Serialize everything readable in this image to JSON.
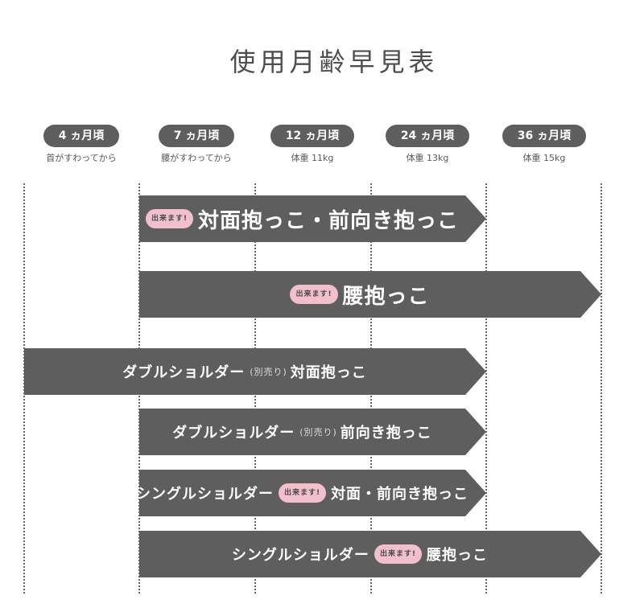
{
  "page": {
    "title": "使用月齢早見表",
    "colors": {
      "bar": "#5e5e5e",
      "badge": "#f2c0cd",
      "guide": "#666666"
    }
  },
  "chart_data": {
    "type": "timeline",
    "title": "使用月齢早見表",
    "milestones": [
      {
        "label": "4 ヵ月頃",
        "note": "首がすわってから"
      },
      {
        "label": "7 ヵ月頃",
        "note": "腰がすわってから"
      },
      {
        "label": "12 ヵ月頃",
        "note": "体重 11kg"
      },
      {
        "label": "24 ヵ月頃",
        "note": "体重 13kg"
      },
      {
        "label": "36 ヵ月頃",
        "note": "体重 15kg"
      }
    ],
    "bands": [
      {
        "badge": "出来ます!",
        "prefix": "",
        "note": "",
        "label": "対面抱っこ・前向き抱っこ",
        "start": 1,
        "end": 4,
        "size": "big"
      },
      {
        "badge": "出来ます!",
        "prefix": "",
        "note": "",
        "label": "腰抱っこ",
        "start": 1,
        "end": 5,
        "size": "big"
      },
      {
        "badge": "",
        "prefix": "ダブルショルダー",
        "note": "(別売り)",
        "label": "対面抱っこ",
        "start": 0,
        "end": 4,
        "size": "mid"
      },
      {
        "badge": "",
        "prefix": "ダブルショルダー",
        "note": "(別売り)",
        "label": "前向き抱っこ",
        "start": 1,
        "end": 4,
        "size": "mid"
      },
      {
        "badge": "出来ます!",
        "prefix": "シングルショルダー",
        "note": "",
        "label": "対面・前向き抱っこ",
        "start": 1,
        "end": 4,
        "size": "mid"
      },
      {
        "badge": "出来ます!",
        "prefix": "シングルショルダー",
        "note": "",
        "label": "腰抱っこ",
        "start": 1,
        "end": 5,
        "size": "mid"
      }
    ]
  }
}
